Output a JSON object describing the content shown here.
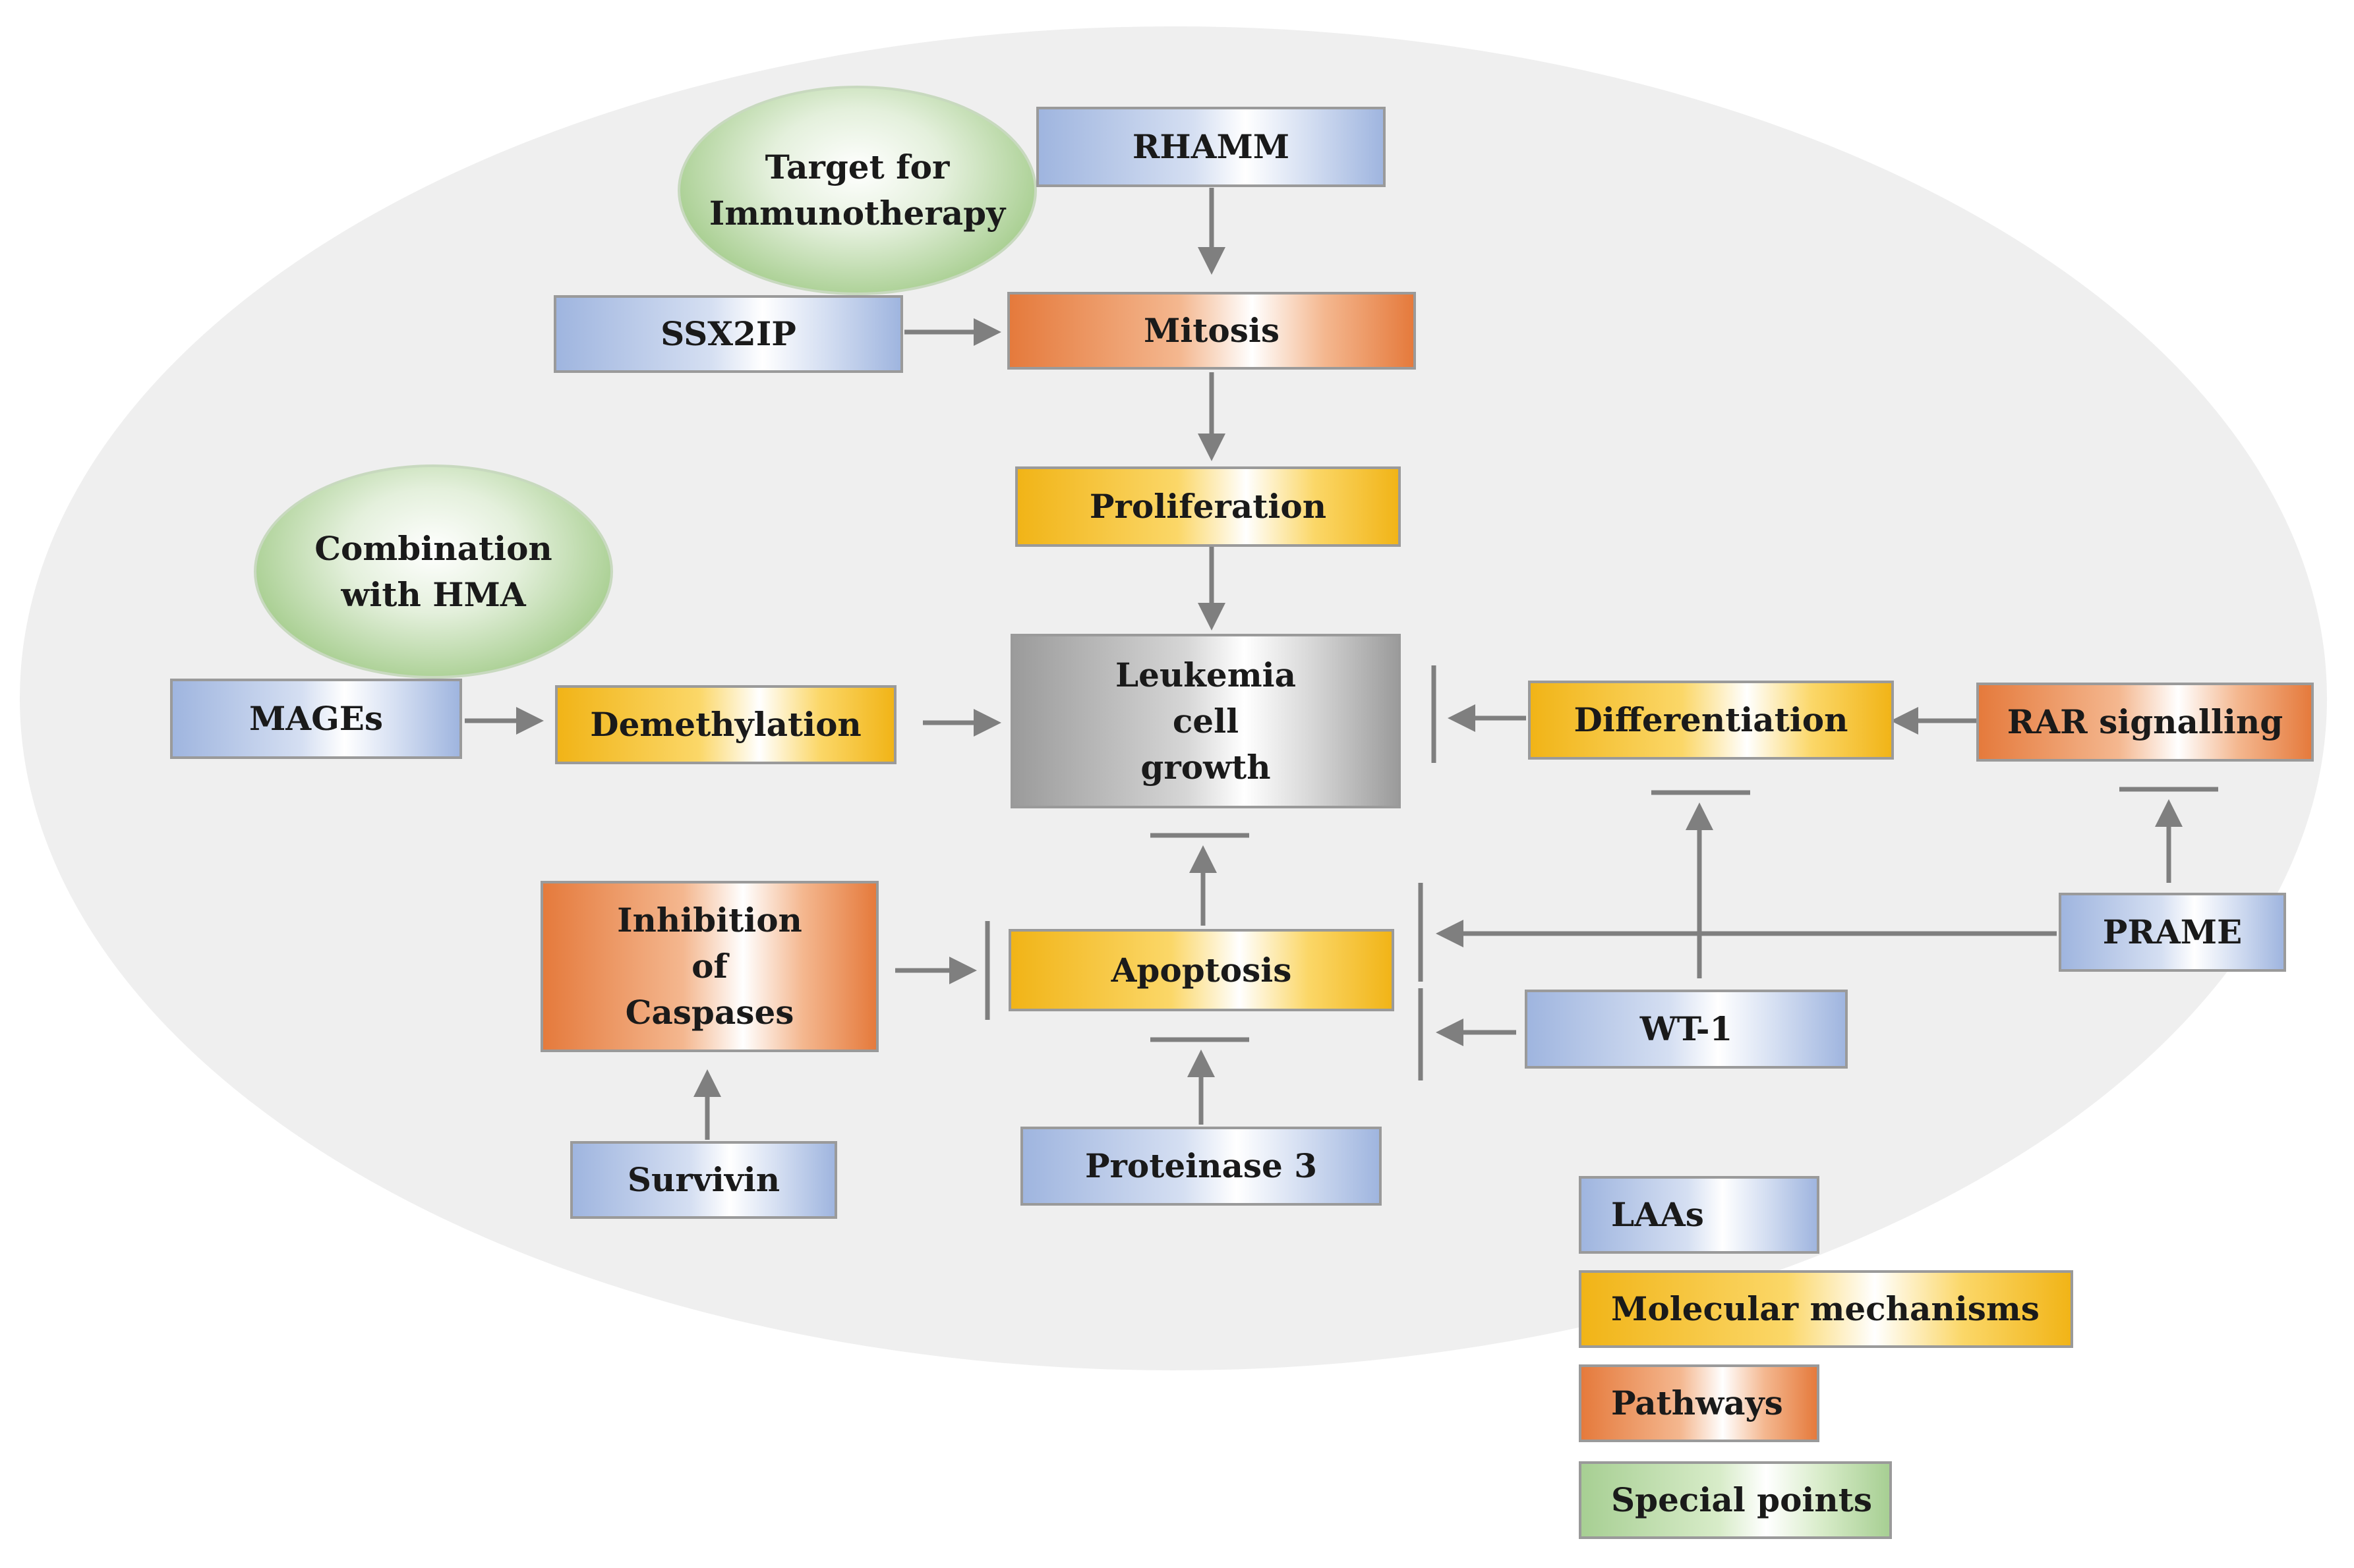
{
  "nodes": {
    "target": "Target for\nImmunotherapy",
    "rhamm": "RHAMM",
    "ssx2ip": "SSX2IP",
    "mitosis": "Mitosis",
    "proliferation": "Proliferation",
    "combination": "Combination\nwith HMA",
    "mages": "MAGEs",
    "demethylation": "Demethylation",
    "leukemia": "Leukemia\ncell\ngrowth",
    "differentiation": "Differentiation",
    "rar": "RAR signalling",
    "caspases": "Inhibition\nof\nCaspases",
    "apoptosis": "Apoptosis",
    "prame": "PRAME",
    "wt1": "WT-1",
    "survivin": "Survivin",
    "proteinase3": "Proteinase 3"
  },
  "legend": {
    "laas": "LAAs",
    "mechanisms": "Molecular mechanisms",
    "pathways": "Pathways",
    "special": "Special points"
  },
  "colors": {
    "laa": "#9fb5df",
    "mechanism": "#f1b417",
    "pathway": "#e57a3c",
    "special": "#a7cf93",
    "center": "#9b9b9b",
    "arrow": "#7f7f7f"
  }
}
